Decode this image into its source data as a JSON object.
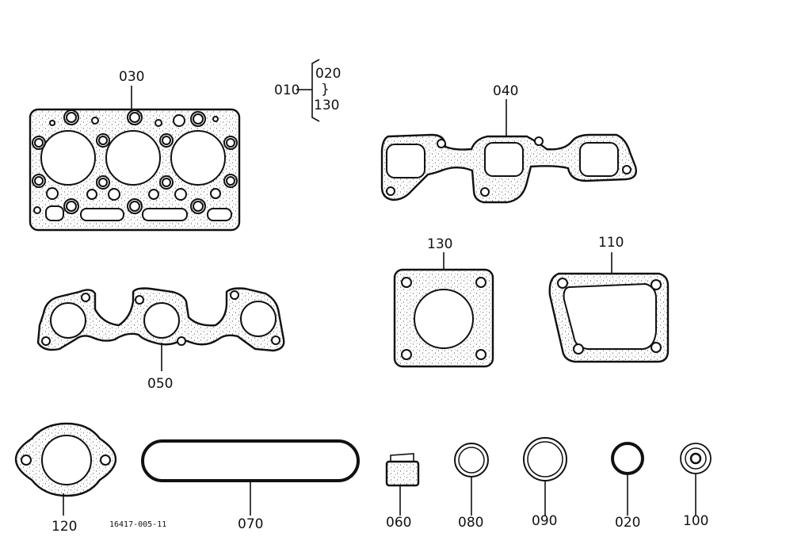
{
  "diagram": {
    "drawing_number": "16417-005-11",
    "parts": [
      {
        "id": "p030",
        "label": "030"
      },
      {
        "id": "p040",
        "label": "040"
      },
      {
        "id": "p050",
        "label": "050"
      },
      {
        "id": "p130",
        "label": "130"
      },
      {
        "id": "p110",
        "label": "110"
      },
      {
        "id": "p120",
        "label": "120"
      },
      {
        "id": "p070",
        "label": "070"
      },
      {
        "id": "p060",
        "label": "060"
      },
      {
        "id": "p080",
        "label": "080"
      },
      {
        "id": "p090",
        "label": "090"
      },
      {
        "id": "p020",
        "label": "020"
      },
      {
        "id": "p100",
        "label": "100"
      }
    ],
    "kit": {
      "label": "010",
      "range_start": "020",
      "range_sep": "}",
      "range_end": "130"
    }
  }
}
